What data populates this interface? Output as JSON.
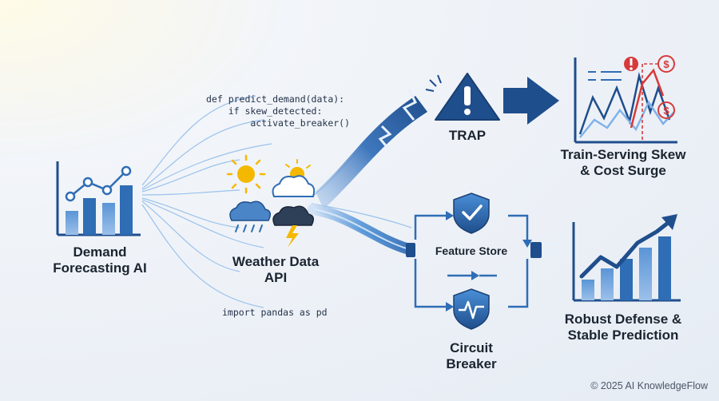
{
  "code": {
    "line1": "def predict_demand(data):",
    "line2": "    if skew_detected:",
    "line3": "        activate_breaker()",
    "import_line": "import pandas as pd"
  },
  "nodes": {
    "source_line1": "Demand",
    "source_line2": "Forecasting AI",
    "weather_line1": "Weather Data",
    "weather_line2": "API",
    "trap": "TRAP",
    "skew_line1": "Train-Serving Skew",
    "skew_line2": "& Cost Surge",
    "feature_store": "Feature Store",
    "breaker_line1": "Circuit",
    "breaker_line2": "Breaker",
    "robust_line1": "Robust Defense &",
    "robust_line2": "Stable Prediction"
  },
  "footer": {
    "copyright": "© 2025 AI KnowledgeFlow"
  },
  "colors": {
    "navy": "#1f4e8c",
    "blue": "#2f6db5",
    "light_blue": "#8fb7e6",
    "red": "#d63b3b",
    "sun": "#f5b800"
  }
}
